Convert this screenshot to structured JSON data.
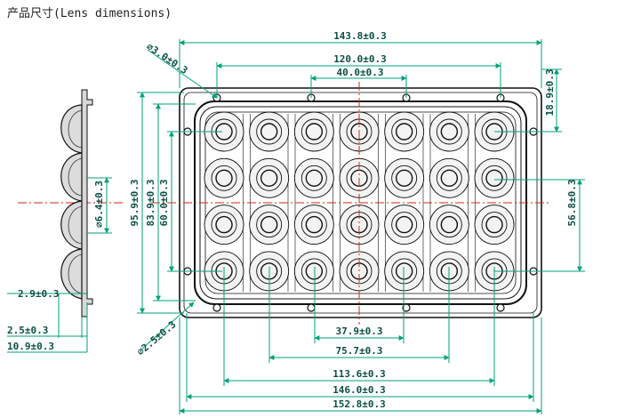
{
  "title": "产品尺寸(Lens dimensions)",
  "top_dims": {
    "overall": "143.8±0.3",
    "mid": "120.0±0.3",
    "inner": "40.0±0.3"
  },
  "hole_dia": "⌀3.0±0.3",
  "left_dims": {
    "overall": "95.9±0.3",
    "mid": "83.9±0.3",
    "inner": "60.0±0.3"
  },
  "right_dims": {
    "top": "18.9±0.3",
    "inner": "56.8±0.3"
  },
  "bottom_dims": {
    "d1": "37.9±0.3",
    "d2": "75.7±0.3",
    "d3": "113.6±0.3",
    "d4": "146.0±0.3",
    "d5": "152.8±0.3"
  },
  "bottom_hole": "⌀2.5±0.3",
  "side_view": {
    "lens_dia": "⌀6.4±0.3",
    "flange": "2.9±0.3",
    "t1": "2.5±0.3",
    "t2": "10.9±0.3"
  },
  "lens_grid": {
    "rows": 4,
    "cols": 7
  },
  "colors": {
    "dimension": "#00a27a",
    "centerline": "#e02020",
    "outline": "#111111"
  }
}
